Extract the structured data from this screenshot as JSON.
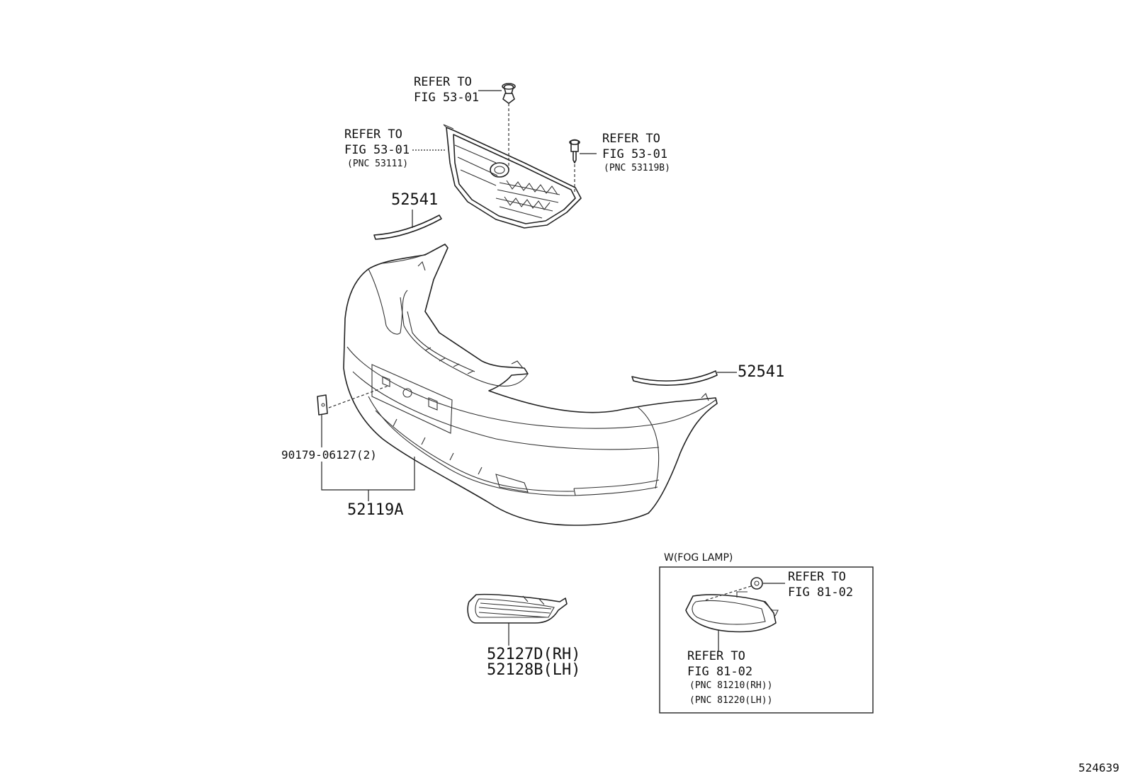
{
  "labels": {
    "clip_ref": {
      "line1": "REFER TO",
      "line2": "FIG 53-01"
    },
    "grille_ref": {
      "line1": "REFER TO",
      "line2": "FIG 53-01",
      "pnc": "(PNC 53111)"
    },
    "emblem_ref": {
      "line1": "REFER TO",
      "line2": "FIG 53-01",
      "pnc": "(PNC 53119B)"
    },
    "molding_left": "52541",
    "molding_right": "52541",
    "bracket": "90179-06127(2)",
    "bumper_cover": "52119A",
    "bezel_part": {
      "line1": "52127D(RH)",
      "line2": "52128B(LH)"
    },
    "fog_box_title": "W(FOG LAMP)",
    "fog_nut_ref": {
      "line1": "REFER TO",
      "line2": "FIG 81-02"
    },
    "fog_lamp_ref": {
      "line1": "REFER TO",
      "line2": "FIG 81-02",
      "pnc_rh": "(PNC 81210(RH))",
      "pnc_lh": "(PNC 81220(LH))"
    },
    "figure_number": "524639"
  }
}
